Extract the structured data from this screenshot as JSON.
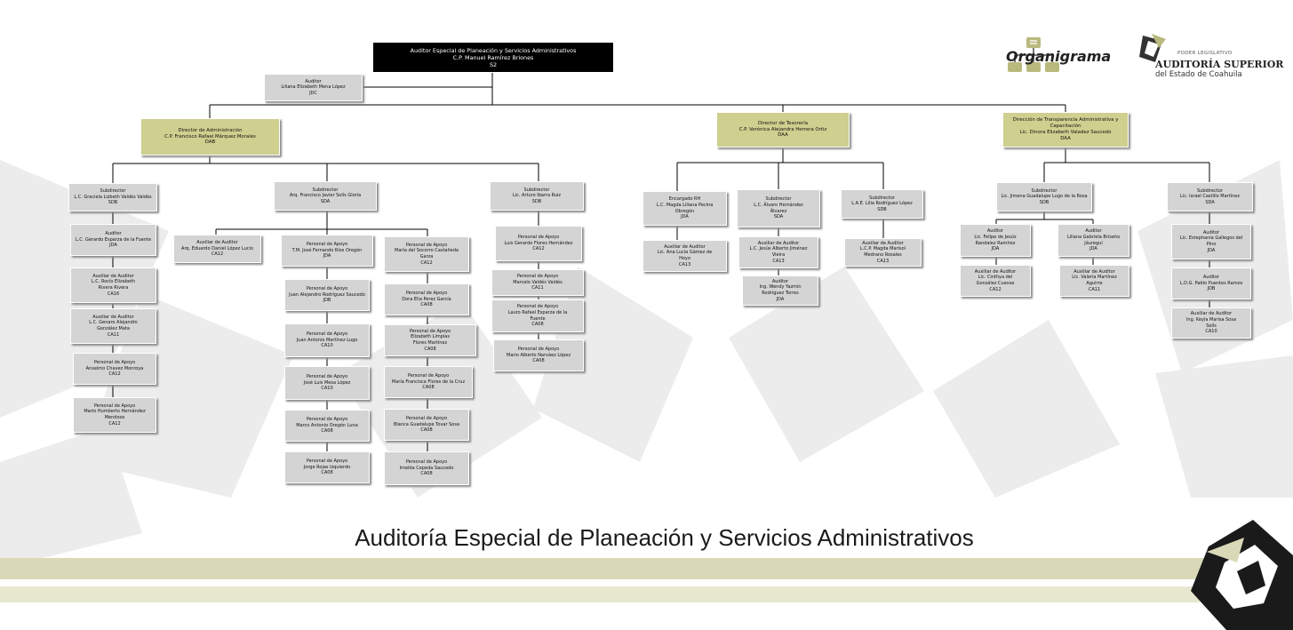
{
  "header": {
    "logo_title": "Organigrama",
    "institution": {
      "branch": "PODER LEGISLATIVO",
      "name": "AUDITORÍA SUPERIOR",
      "state": "del Estado de Coahuila"
    }
  },
  "footer": {
    "title": "Auditoría Especial de Planeación y Servicios Administrativos"
  },
  "colors": {
    "top_box": "#000000",
    "director_box": "#cfcf8f",
    "staff_box": "#d4d4d4",
    "band": "#d9d9b8"
  },
  "org": {
    "head": [
      "Auditor Especial de Planeación y Servicios Administrativos",
      "C.P. Manuel Ramírez Briones",
      "S2"
    ],
    "assistant": [
      "Auditor",
      "Liliana Elizabeth Mena López",
      "JDC"
    ],
    "admin": {
      "director": [
        "Director de Administración",
        "C.P. Francisco Rafael Márquez Morales",
        "DAB"
      ],
      "sub1": [
        "Subdirector",
        "L.C. Graciela Lizbeth Valdés Valdés",
        "SDB"
      ],
      "sub1_staff": [
        [
          "Auditor",
          "L.C. Gerardo Esparza de la Fuente",
          "JDA"
        ],
        [
          "Auxiliar de Auditor",
          "L.C. Rocío Elizabeth",
          "Rivera Rivera",
          "CA16"
        ],
        [
          "Auxiliar de Auditor",
          "L.C. Genaro Alejandro",
          "González Mata",
          "CA11"
        ],
        [
          "Personal de Apoyo",
          "Anselmo Chavez Monroya",
          "CA12"
        ],
        [
          "Personal de Apoyo",
          "Mario Humberto Hernández",
          "Mendoza",
          "CA12"
        ]
      ],
      "sub2": [
        "Subdirector",
        "Arq. Francisco Javier Solís Gloria",
        "SDA"
      ],
      "sub2_aux": [
        "Auxiliar de Auditor",
        "Arq. Eduardo Daniel López Lucio",
        "CA12"
      ],
      "sub2_col1": [
        [
          "Personal de Apoyo",
          "T.M. José Fernando Ríos Oregón",
          "JDA"
        ],
        [
          "Personal de Apoyo",
          "Juan Alejandro Rodríguez Saucedo",
          "JDB"
        ],
        [
          "Personal de Apoyo",
          "Juan Antonio Martínez Lugo",
          "CA10"
        ],
        [
          "Personal de Apoyo",
          "José Luis Mesa López",
          "CA10"
        ],
        [
          "Personal de Apoyo",
          "Marco Antonio Oregón Luna",
          "CA08"
        ],
        [
          "Personal de Apoyo",
          "Jorge Rojas Izquierdo",
          "CA08"
        ]
      ],
      "sub2_col2": [
        [
          "Personal de Apoyo",
          "María del Socorro Castañeda",
          "Garza",
          "CA12"
        ],
        [
          "Personal de Apoyo",
          "Dora Elia Perez García",
          "CA08"
        ],
        [
          "Personal de Apoyo",
          "Elizabeth Limpias",
          "Flores Martínez",
          "CA08"
        ],
        [
          "Personal de Apoyo",
          "María Francisca Flores de la Cruz",
          "CA08"
        ],
        [
          "Personal de Apoyo",
          "Blanca Guadalupe Tovar Sosa",
          "CA08"
        ],
        [
          "Personal de Apoyo",
          "Imelda Cepeda Saucedo",
          "CA08"
        ]
      ],
      "sub3": [
        "Subdirector",
        "Lic. Arturo Ibarra Ruiz",
        "SDB"
      ],
      "sub3_staff": [
        [
          "Personal de Apoyo",
          "Luis Gerardo Flores Hernández",
          "CA12"
        ],
        [
          "Personal de Apoyo",
          "Marcelo Valdés Valdés",
          "CA11"
        ],
        [
          "Personal de Apoyo",
          "Lauro Rafael Esparza de la",
          "Fuente",
          "CA08"
        ],
        [
          "Personal de Apoyo",
          "Mario Alberto Narváez López",
          "CA08"
        ]
      ]
    },
    "treasury": {
      "director": [
        "Director de Tesorería",
        "C.P. Verónica Alejandra Herrera Ortiz",
        "DAA"
      ],
      "rh": [
        "Encargado RH",
        "L.C. Magda Liliana Pecina",
        "Obregón",
        "JDA"
      ],
      "rh_aux": [
        "Auxiliar de Auditor",
        "Lic. Ana Lucía Gámez de",
        "Hoyo",
        "CA13"
      ],
      "sub1": [
        "Subdirector",
        "L.C. Álvaro Hernández",
        "Álvarez",
        "SDA"
      ],
      "sub1_staff": [
        [
          "Auxiliar de Auditor",
          "L.C. Jesús Alberto Jiménez",
          "Vieira",
          "CA13"
        ],
        [
          "Auditor",
          "Ing. Wendy Yazmín",
          "Rodríguez Torres",
          "JDA"
        ]
      ],
      "sub2": [
        "Subdirector",
        "L.A.E. Lilia Rodríguez López",
        "SDB"
      ],
      "sub2_aux": [
        "Auxiliar de Auditor",
        "L.C.P. Magda Marisol",
        "Medrano Rosales",
        "CA13"
      ]
    },
    "transparency": {
      "director": [
        "Dirección de Transparencia Administrativa y",
        "Capacitación",
        "Lic. Dinora Elizabeth Valadez Saucedo",
        "DAA"
      ],
      "sub1": [
        "Subdirector",
        "Lic. Jimena Guadalupe Lugo de la Rosa",
        "SDB"
      ],
      "aud1": [
        "Auditor",
        "Lic. Felipe de Jesús",
        "Randalez Ramírez",
        "JDA"
      ],
      "aux1": [
        "Auxiliar de Auditor",
        "Lic. Cinthya del",
        "González Cuevas",
        "CA12"
      ],
      "aud2": [
        "Auditor",
        "Liliana Gabriela Briseño",
        "Jáuregui",
        "JDA"
      ],
      "aux2": [
        "Auxiliar de Auditor",
        "Lic. Valeria Martínez",
        "Aguirre",
        "CA11"
      ],
      "sub2": [
        "Subdirector",
        "Lic. Israel Castillo Martínez",
        "SDA"
      ],
      "sub2_staff": [
        [
          "Auditor",
          "Lic. Estephania Gallegos del",
          "Pino",
          "JDA"
        ],
        [
          "Auditor",
          "L.D.G. Pablo Puentes Ramos",
          "JDB"
        ],
        [
          "Auxiliar de Auditor",
          "Ing. Keyla Marisa Sosa",
          "Solís",
          "CA10"
        ]
      ]
    }
  }
}
